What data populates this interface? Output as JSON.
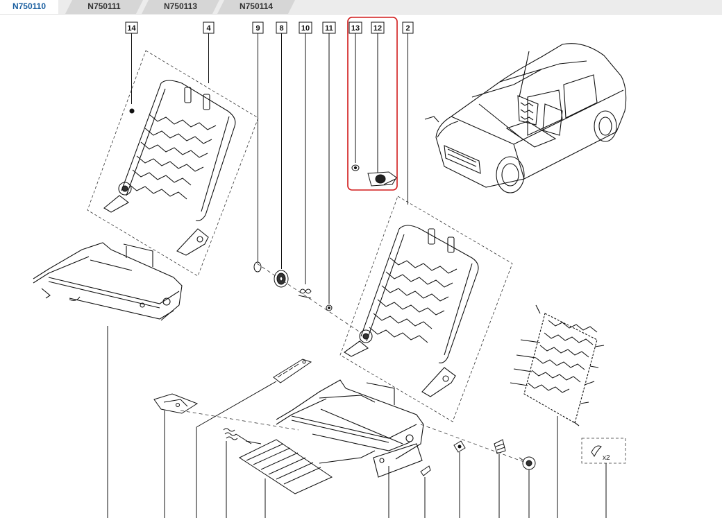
{
  "tabs": [
    {
      "label": "N750110",
      "active": true
    },
    {
      "label": "N750111",
      "active": false
    },
    {
      "label": "N750113",
      "active": false
    },
    {
      "label": "N750114",
      "active": false
    }
  ],
  "callouts": [
    "14",
    "4",
    "9",
    "8",
    "10",
    "11",
    "13",
    "12",
    "2"
  ],
  "selection_color": "#d11a1a",
  "quantity_note": "x2"
}
